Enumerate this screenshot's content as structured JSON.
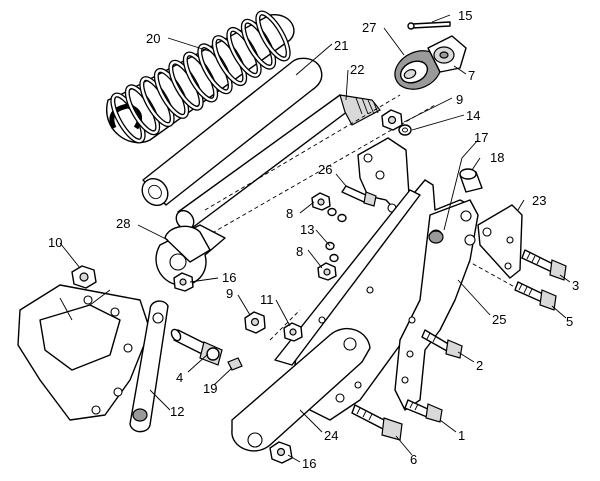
{
  "callouts": [
    {
      "id": "c1",
      "label": "1"
    },
    {
      "id": "c2",
      "label": "2"
    },
    {
      "id": "c3",
      "label": "3"
    },
    {
      "id": "c4",
      "label": "4"
    },
    {
      "id": "c5",
      "label": "5"
    },
    {
      "id": "c6",
      "label": "6"
    },
    {
      "id": "c7",
      "label": "7"
    },
    {
      "id": "c8a",
      "label": "8"
    },
    {
      "id": "c8b",
      "label": "8"
    },
    {
      "id": "c9a",
      "label": "9"
    },
    {
      "id": "c9b",
      "label": "9"
    },
    {
      "id": "c10",
      "label": "10"
    },
    {
      "id": "c11",
      "label": "11"
    },
    {
      "id": "c12",
      "label": "12"
    },
    {
      "id": "c13",
      "label": "13"
    },
    {
      "id": "c14",
      "label": "14"
    },
    {
      "id": "c15",
      "label": "15"
    },
    {
      "id": "c16a",
      "label": "16"
    },
    {
      "id": "c16b",
      "label": "16"
    },
    {
      "id": "c17",
      "label": "17"
    },
    {
      "id": "c18",
      "label": "18"
    },
    {
      "id": "c19",
      "label": "19"
    },
    {
      "id": "c20",
      "label": "20"
    },
    {
      "id": "c21",
      "label": "21"
    },
    {
      "id": "c22",
      "label": "22"
    },
    {
      "id": "c23",
      "label": "23"
    },
    {
      "id": "c24",
      "label": "24"
    },
    {
      "id": "c25",
      "label": "25"
    },
    {
      "id": "c26",
      "label": "26"
    },
    {
      "id": "c27",
      "label": "27"
    },
    {
      "id": "c28",
      "label": "28"
    }
  ]
}
